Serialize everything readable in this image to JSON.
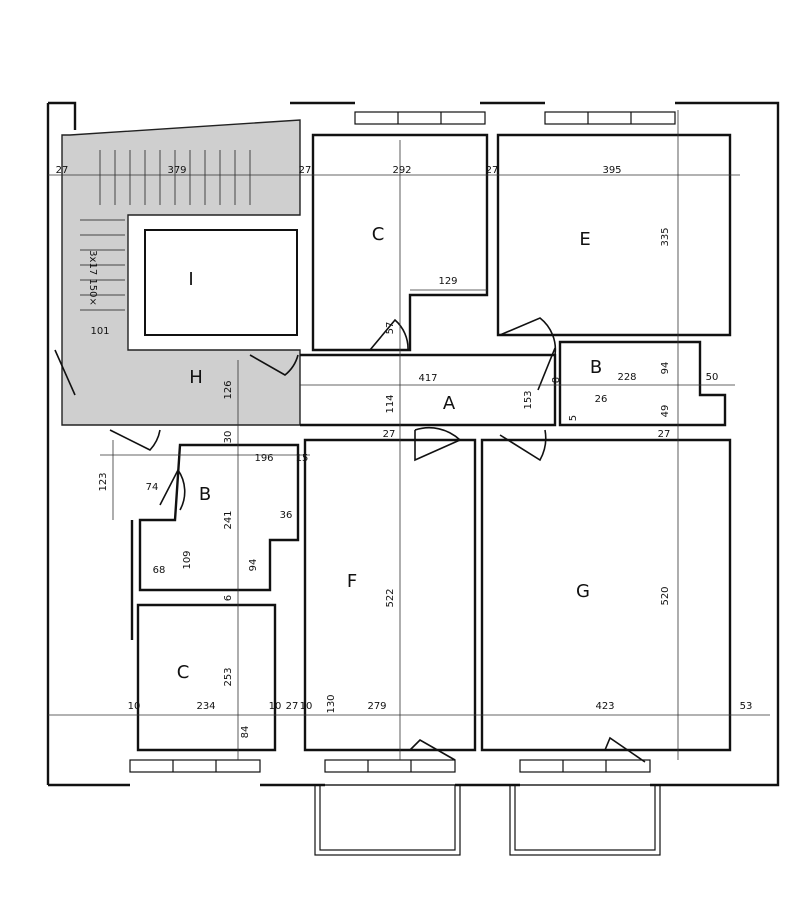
{
  "rooms": {
    "A": "A",
    "B1": "B",
    "B2": "B",
    "C1": "C",
    "C2": "C",
    "E": "E",
    "F": "F",
    "G": "G",
    "H": "H",
    "I": "I"
  },
  "stair_note": "3x17 150×",
  "dims": {
    "d379": "379",
    "d27a": "27",
    "d27b": "27",
    "d27c": "27",
    "d292": "292",
    "d395": "395",
    "d335": "335",
    "d129": "129",
    "d57": "57",
    "d101": "101",
    "d417": "417",
    "d114": "114",
    "d153": "153",
    "d126": "126",
    "d8": "8",
    "d228": "228",
    "d94a": "94",
    "d50": "50",
    "d26": "26",
    "d5": "5",
    "d49": "49",
    "d27d": "27",
    "d27e": "27",
    "d30": "30",
    "d196": "196",
    "d15": "15",
    "d123": "123",
    "d74": "74",
    "d241": "241",
    "d36": "36",
    "d109": "109",
    "d68": "68",
    "d94b": "94",
    "d6": "6",
    "d522": "522",
    "d520": "520",
    "d253": "253",
    "d10": "10",
    "d234": "234",
    "d10b": "10",
    "d27f": "27",
    "d10c": "10",
    "d130": "130",
    "d279": "279",
    "d423": "423",
    "d53": "53",
    "d84": "84"
  }
}
